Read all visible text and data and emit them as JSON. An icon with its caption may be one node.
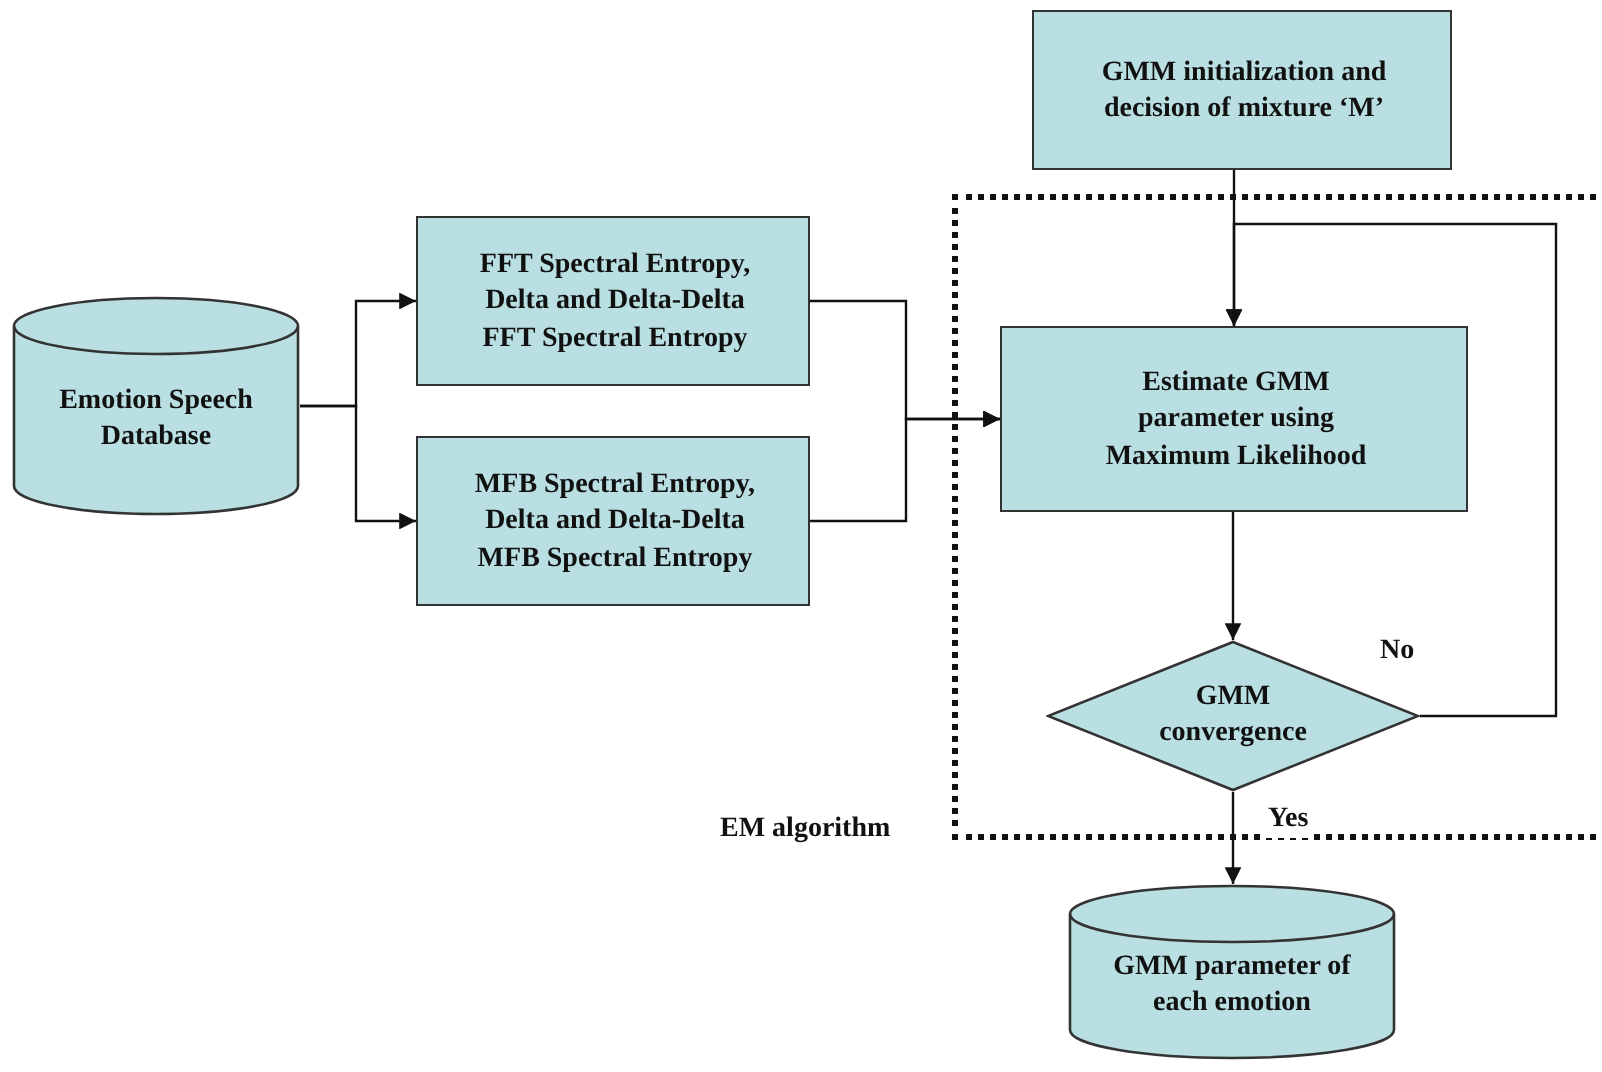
{
  "diagram": {
    "nodes": [
      {
        "text": [
          "Emotion Speech Database"
        ]
      },
      {
        "text": [
          "FFT Spectral Entropy, Delta and Delta-Delta FFT Spectral Entropy"
        ]
      },
      {
        "text": [
          "MFB Spectral Entropy, Delta and Delta-Delta MFB Spectral Entropy"
        ]
      },
      {
        "text": [
          "GMM initialization and decision of mixture ‘M’"
        ]
      },
      {
        "text": [
          "EM algorithm"
        ]
      },
      {
        "text": [
          "Estimate GMM parameter using Maximum Likelihood"
        ],
        "in": 4
      },
      {
        "text": [
          "GMM convergence"
        ],
        "in": 4
      },
      {
        "text": [
          "GMM parameter of each emotion"
        ]
      }
    ],
    "edges": [
      {
        "from": 0,
        "to": 1,
        "arrow": "to"
      },
      {
        "from": 0,
        "to": 2,
        "arrow": "to"
      },
      {
        "from": 1,
        "to": 5,
        "arrow": "to"
      },
      {
        "from": 2,
        "to": 5,
        "arrow": "to"
      },
      {
        "from": 3,
        "to": 5,
        "arrow": "to"
      },
      {
        "from": 5,
        "to": 6,
        "arrow": "to"
      },
      {
        "from": 6,
        "to": 5,
        "label": "No",
        "arrow": "to"
      },
      {
        "from": 6,
        "to": 7,
        "label": "Yes",
        "arrow": "to"
      }
    ]
  }
}
